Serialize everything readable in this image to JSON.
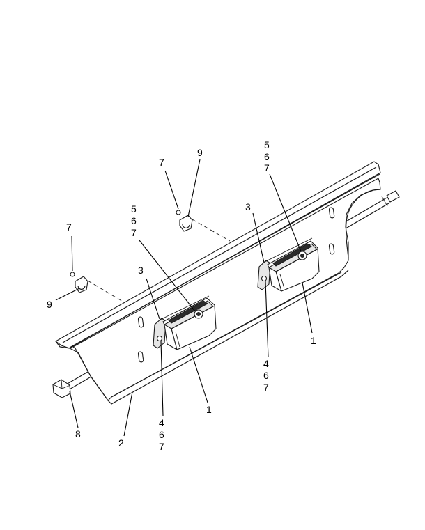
{
  "callouts": {
    "left_clip_screw": "7",
    "left_clip": "9",
    "top_clip_screw": "7",
    "top_clip": "9",
    "left_light_top_1": "5",
    "left_light_top_2": "6",
    "left_light_top_3": "7",
    "left_light_bracket": "3",
    "left_light_bottom_1": "4",
    "left_light_bottom_2": "6",
    "left_light_bottom_3": "7",
    "left_light": "1",
    "right_light_top_1": "5",
    "right_light_top_2": "6",
    "right_light_top_3": "7",
    "right_light_bracket": "3",
    "right_light_bottom_1": "4",
    "right_light_bottom_2": "6",
    "right_light_bottom_3": "7",
    "right_light": "1",
    "harness_connector": "8",
    "channel": "2"
  }
}
